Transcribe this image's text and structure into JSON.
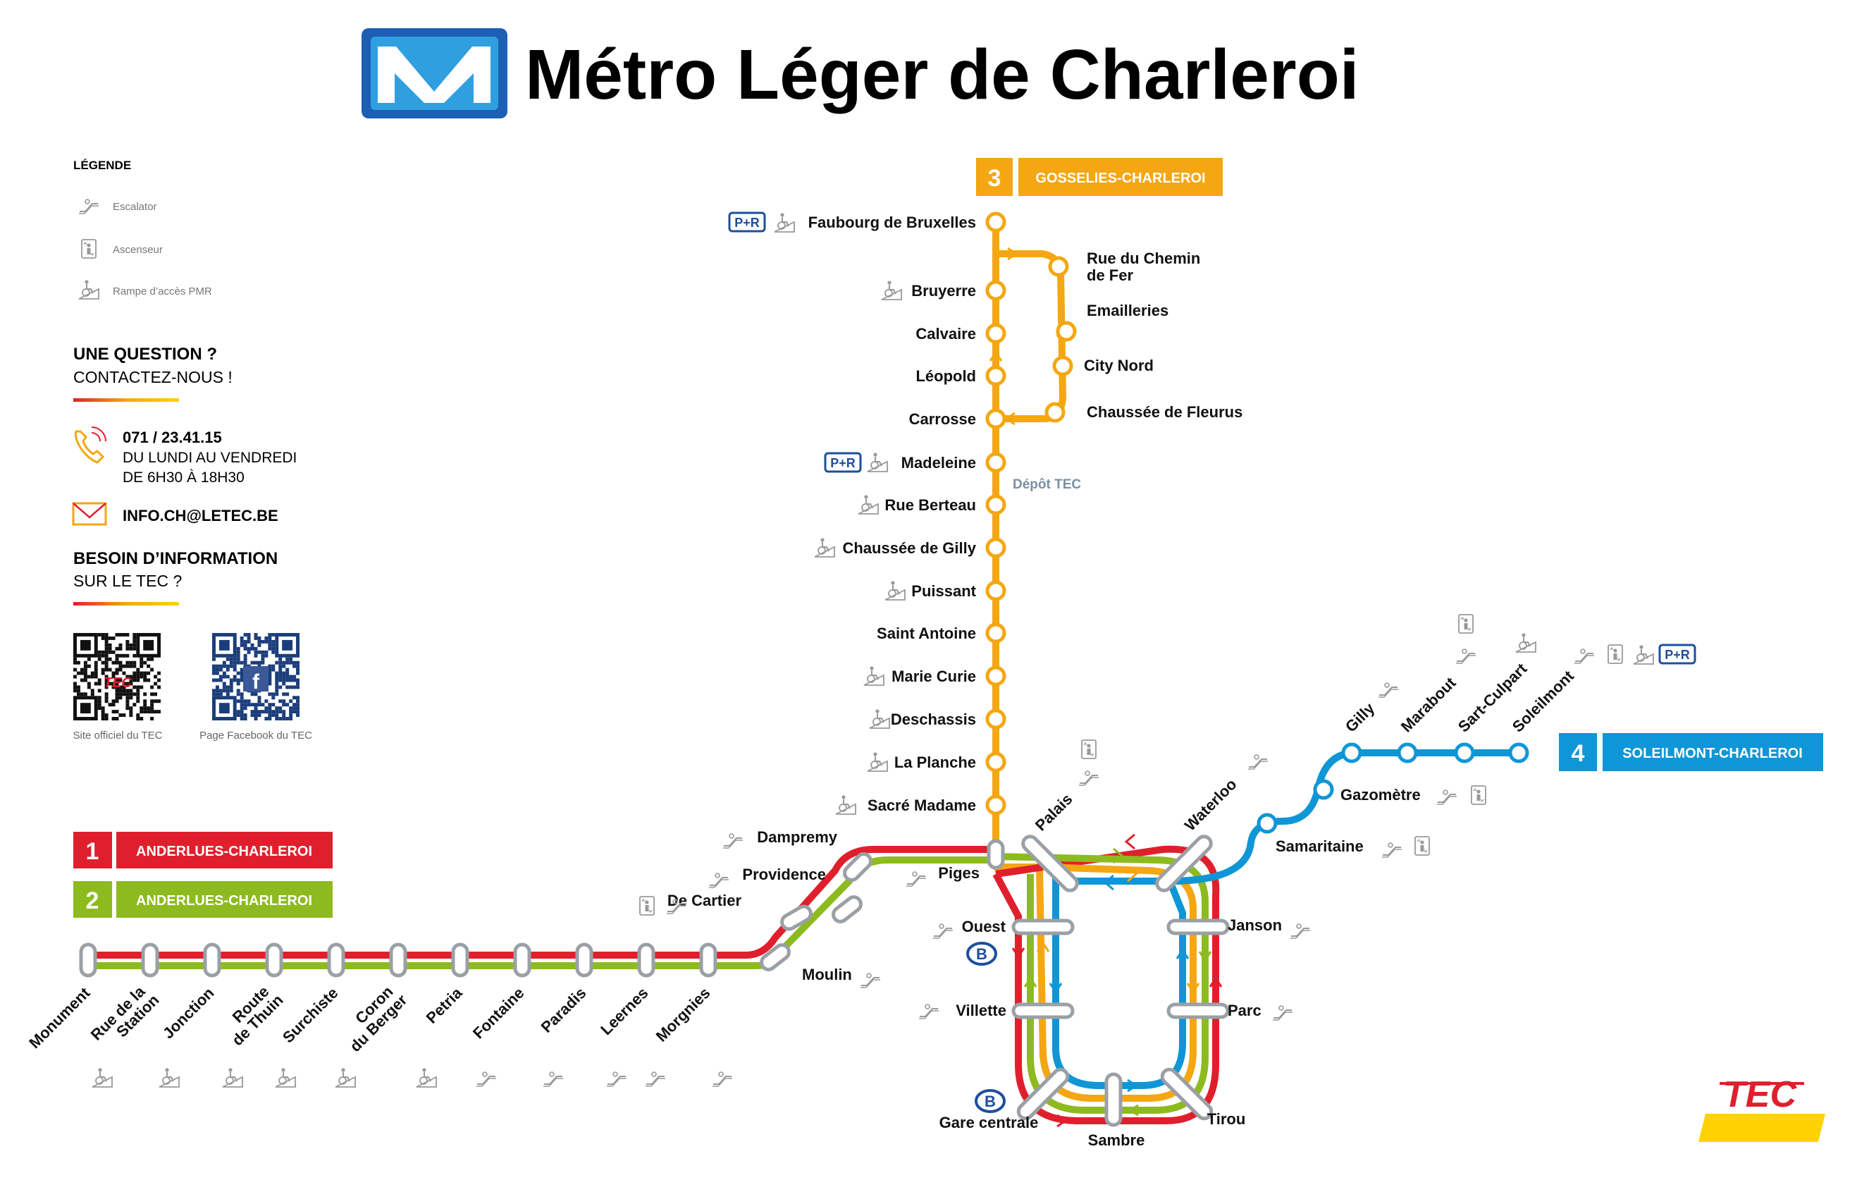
{
  "title": "Métro Léger de Charleroi",
  "legend": {
    "heading": "LÉGENDE",
    "items": [
      {
        "icon": "escalator-icon",
        "label": "Escalator"
      },
      {
        "icon": "elevator-icon",
        "label": "Ascenseur"
      },
      {
        "icon": "wheelchair-ramp-icon",
        "label": "Rampe d’accès PMR"
      }
    ]
  },
  "contact": {
    "question_line1": "UNE QUESTION ?",
    "question_line2": "CONTACTEZ-NOUS !",
    "phone": "071 / 23.41.15",
    "hours_line1": "DU LUNDI AU VENDREDI",
    "hours_line2": "DE 6H30 À 18H30",
    "email": "INFO.CH@LETEC.BE",
    "info_line1": "BESOIN D’INFORMATION",
    "info_line2": "SUR LE TEC ?",
    "qr1_caption": "Site officiel du TEC",
    "qr2_caption": "Page Facebook du TEC",
    "qr1_logo": "TEC",
    "qr2_logo": "f"
  },
  "lines": [
    {
      "number": "1",
      "name": "ANDERLUES-CHARLEROI",
      "color": "#e01f2d"
    },
    {
      "number": "2",
      "name": "ANDERLUES-CHARLEROI",
      "color": "#8dbb1f"
    },
    {
      "number": "3",
      "name": "GOSSELIES-CHARLEROI",
      "color": "#f4a712"
    },
    {
      "number": "4",
      "name": "SOLEILMONT-CHARLEROI",
      "color": "#0f96d6"
    }
  ],
  "stations": {
    "line3": [
      "Faubourg de Bruxelles",
      "Bruyerre",
      "Calvaire",
      "Léopold",
      "Carrosse",
      "Madeleine",
      "Rue Berteau",
      "Chaussée de Gilly",
      "Puissant",
      "Saint Antoine",
      "Marie Curie",
      "Deschassis",
      "La Planche",
      "Sacré Madame"
    ],
    "line3_loop": [
      "Rue du Chemin",
      "de Fer",
      "Emailleries",
      "City Nord",
      "Chaussée de Fleurus"
    ],
    "depot": "Dépôt TEC",
    "west": [
      "Monument",
      "Rue de la",
      "Station",
      "Jonction",
      "Route",
      "de Thuin",
      "Surchiste",
      "Coron",
      "du Berger",
      "Petria",
      "Fontaine",
      "Paradis",
      "Leernes",
      "Morgnies"
    ],
    "approach": [
      "Moulin",
      "De Cartier",
      "Providence",
      "Dampremy",
      "Piges"
    ],
    "loop": [
      "Palais",
      "Waterloo",
      "Ouest",
      "Villette",
      "Gare centrale",
      "Sambre",
      "Tirou",
      "Parc",
      "Janson"
    ],
    "line4": [
      "Samaritaine",
      "Gazomètre",
      "Gilly",
      "Marabout",
      "Sart-Culpart",
      "Soleilmont"
    ]
  },
  "badges": {
    "park_ride": "P+R",
    "sncb": "B"
  },
  "brand": {
    "tec": "TEC",
    "metro_logo": "M"
  }
}
